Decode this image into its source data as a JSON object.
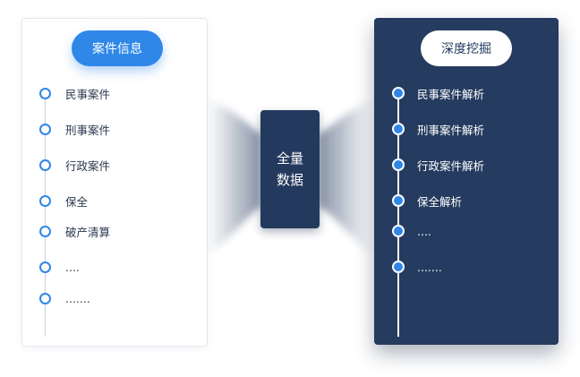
{
  "left_panel": {
    "title": "案件信息",
    "items": [
      "民事案件",
      "刑事案件",
      "行政案件",
      "保全",
      "破产清算",
      "....",
      "......."
    ]
  },
  "center": {
    "line1": "全量",
    "line2": "数据"
  },
  "right_panel": {
    "title": "深度挖掘",
    "items": [
      "民事案件解析",
      "刑事案件解析",
      "行政案件解析",
      "保全解析",
      "....",
      "......."
    ]
  },
  "colors": {
    "accent_blue": "#2f87e8",
    "navy": "#253b5f"
  }
}
